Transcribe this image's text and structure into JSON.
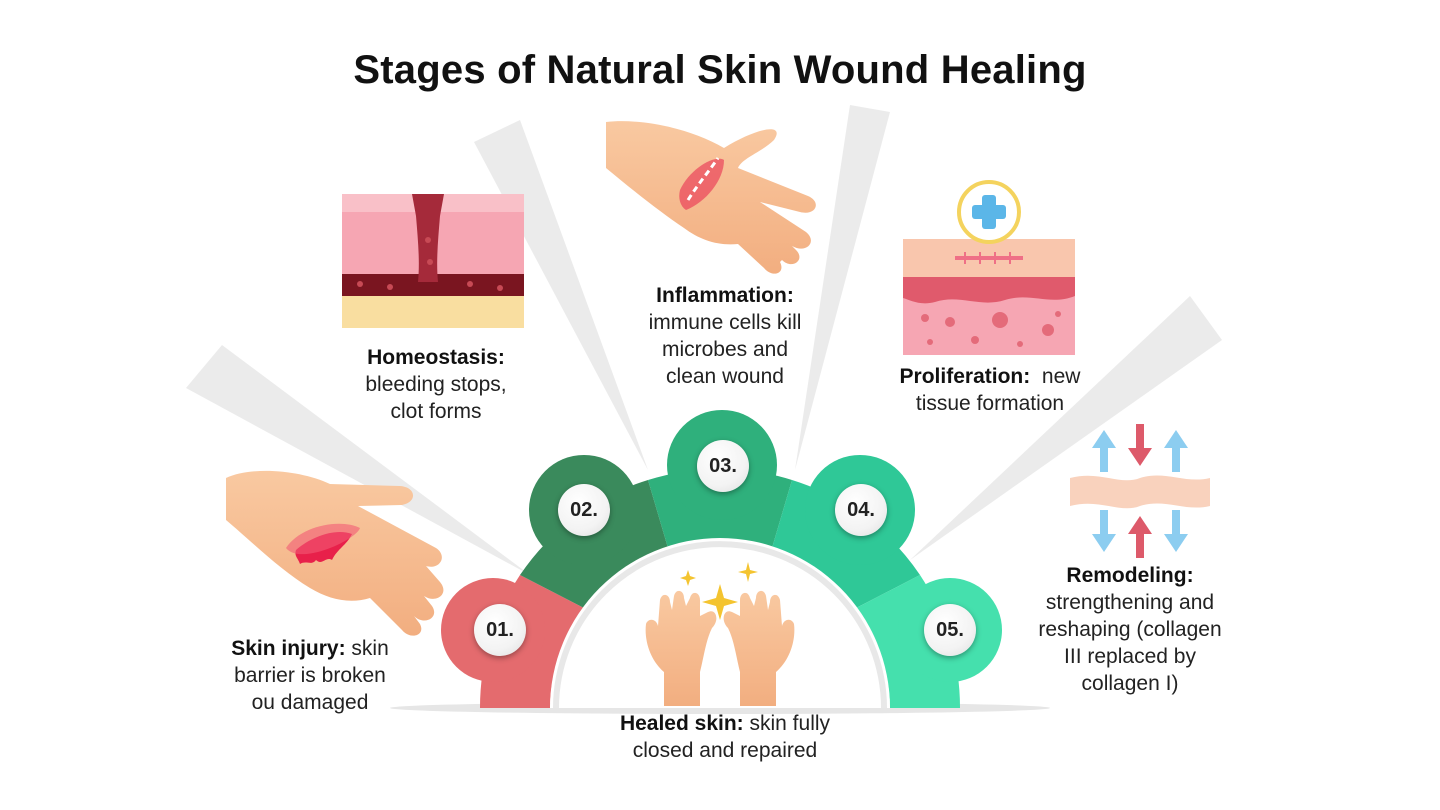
{
  "title": "Stages of Natural Skin Wound Healing",
  "stages": [
    {
      "number": "01.",
      "heading": "Skin injury:",
      "text_line1": " skin",
      "text_line2": "barrier is broken",
      "text_line3": "ou damaged",
      "color": "#e46b6e",
      "icon": "bleeding-hand-icon"
    },
    {
      "number": "02.",
      "heading": "Homeostasis:",
      "text_line1": "bleeding stops,",
      "text_line2": "clot forms",
      "color": "#3a8a5c",
      "icon": "skin-clot-cross-section-icon"
    },
    {
      "number": "03.",
      "heading": "Inflammation:",
      "text_line1": "immune cells kill",
      "text_line2": "microbes and",
      "text_line3": "clean wound",
      "color": "#2fb07c",
      "icon": "inflamed-hand-icon"
    },
    {
      "number": "04.",
      "heading": "Proliferation:",
      "text_line1": "  new",
      "text_line2": "tissue formation",
      "color": "#2fc897",
      "icon": "skin-tissue-plus-icon"
    },
    {
      "number": "05.",
      "heading": "Remodeling:",
      "text_line1": "strengthening and",
      "text_line2": "reshaping (collagen",
      "text_line3": "III replaced by",
      "text_line4": "collagen I)",
      "color": "#45e0ad",
      "icon": "collagen-arrows-icon"
    }
  ],
  "center": {
    "heading": "Healed skin:",
    "text_line1": " skin fully",
    "text_line2": "closed and repaired",
    "icon": "healed-hands-sparkle-icon"
  }
}
